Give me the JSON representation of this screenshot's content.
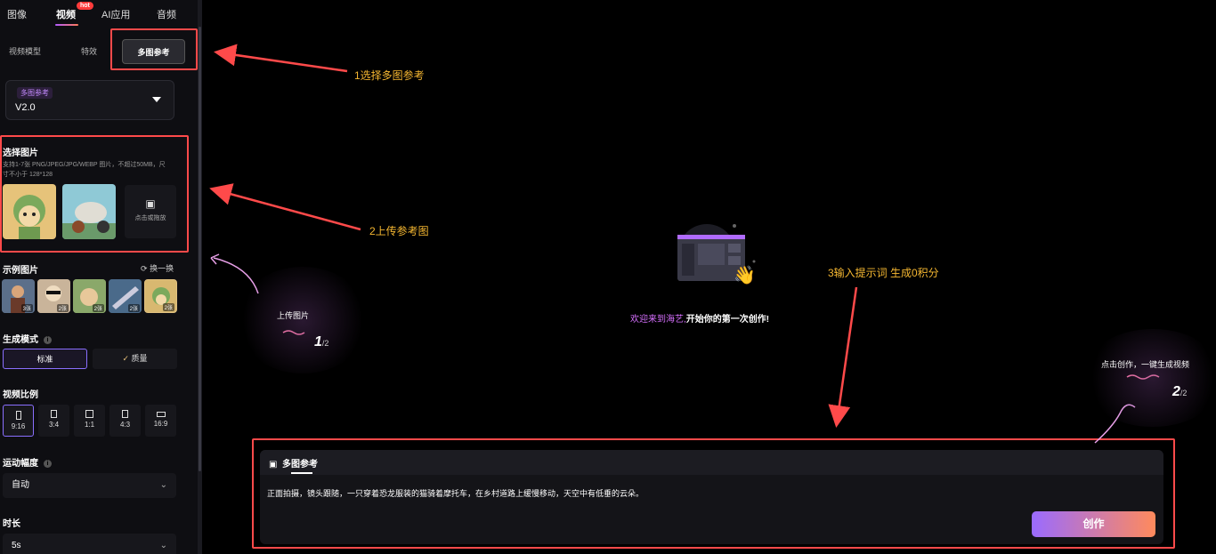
{
  "top_tabs": [
    {
      "label": "图像"
    },
    {
      "label": "视频"
    },
    {
      "label": "AI应用"
    },
    {
      "label": "音频"
    }
  ],
  "hot_badge": "hot",
  "sub_tabs": [
    {
      "label": "视频模型"
    },
    {
      "label": "特效"
    },
    {
      "label": "多图参考"
    }
  ],
  "model": {
    "badge": "多图参考",
    "version": "V2.0"
  },
  "select_images": {
    "title": "选择图片",
    "hint": "支持1-7张 PNG/JPEG/JPG/WEBP 图片，不超过50MB，尺寸不小于 128*128",
    "upload_label": "点击或拖放"
  },
  "samples": {
    "title": "示例图片",
    "refresh": "换一换",
    "items": [
      {
        "count": "3张"
      },
      {
        "count": "2张"
      },
      {
        "count": "2张"
      },
      {
        "count": "2张"
      },
      {
        "count": "2张"
      }
    ]
  },
  "gen_mode": {
    "title": "生成模式",
    "options": [
      {
        "label": "标准"
      },
      {
        "label": "质量"
      }
    ]
  },
  "aspect": {
    "title": "视频比例",
    "options": [
      {
        "label": "9:16"
      },
      {
        "label": "3:4"
      },
      {
        "label": "1:1"
      },
      {
        "label": "4:3"
      },
      {
        "label": "16:9"
      }
    ]
  },
  "motion": {
    "title": "运动幅度",
    "value": "自动"
  },
  "duration": {
    "title": "时长",
    "value": "5s"
  },
  "annotations": {
    "step1": "1选择多图参考",
    "step2": "2上传参考图",
    "step3": "3输入提示词 生成0积分"
  },
  "welcome": {
    "prefix": "欢迎来到海艺,",
    "rest": "开始你的第一次创作!"
  },
  "tip1": {
    "text": "上传图片",
    "num": "1",
    "total": "/2"
  },
  "tip2": {
    "text": "点击创作，一键生成视频",
    "num": "2",
    "total": "/2"
  },
  "prompt": {
    "tab_label": "多图参考",
    "text": "正面拍摄，镜头跟随，一只穿着恐龙服装的猫骑着摩托车，在乡村道路上缓慢移动，天空中有低垂的云朵。",
    "create_label": "创作"
  },
  "colors": {
    "accent_red": "#ff4a4a",
    "annotation": "#f5b731",
    "gradient_start": "#9a6bff",
    "gradient_end": "#ff8a5c"
  }
}
